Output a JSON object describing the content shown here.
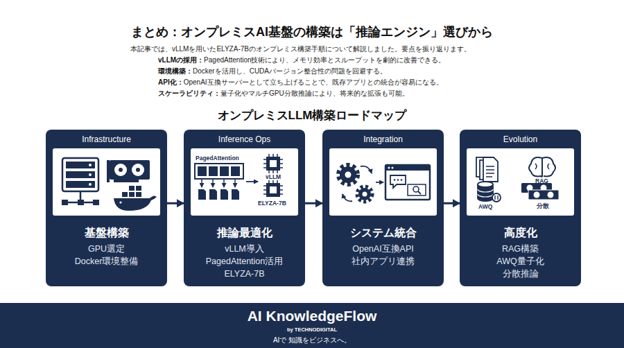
{
  "diagram": {
    "title": "まとめ：オンプレミスAI基盤の構築は「推論エンジン」選びから",
    "nodes": [
      {
        "text": [
          "Infrastructure",
          "基盤構築",
          "GPU選定 Docker環境整備"
        ]
      },
      {
        "text": [
          "Inference Ops",
          "推論最適化",
          "vLLM導入 PagedAttention活用 ELYZA-7B"
        ]
      },
      {
        "text": [
          "Integration",
          "システム統合",
          "OpenAI互換API 社内アプリ連携"
        ]
      },
      {
        "text": [
          "Evolution",
          "高度化",
          "RAG構築 AWQ量子化 分散推論"
        ]
      },
      {
        "text": [
          "AI KnowledgeFlow",
          "by TECHNODIGITAL",
          "AIで 知識をビジネスへ。"
        ]
      }
    ],
    "edges": [
      {
        "from": 0,
        "to": 1,
        "arrow": "to"
      },
      {
        "from": 1,
        "to": 2,
        "arrow": "to"
      },
      {
        "from": 2,
        "to": 3,
        "arrow": "to"
      }
    ],
    "labels": [
      "本記事では、vLLMを用いたELYZA-7Bのオンプレミス構築手順について解説しました。要点を振り返ります。",
      "vLLMの採用：",
      "PagedAttention技術により、メモリ効率とスループットを劇的に改善できる。",
      "環境構築：",
      "Dockerを活用し、CUDAバージョン整合性の問題を回避する。",
      "API化：",
      "OpenAI互換サーバーとして立ち上げることで、既存アプリとの統合が容易になる。",
      "スケーラビリティ：",
      "量子化やマルチGPU分散推論により、将来的な拡張も可能。",
      "オンプレミスLLM構築ロードマップ",
      "PagedAttention",
      "vLLM",
      "ELYZA-7B",
      "RAG",
      "AWQ",
      "分散"
    ]
  }
}
